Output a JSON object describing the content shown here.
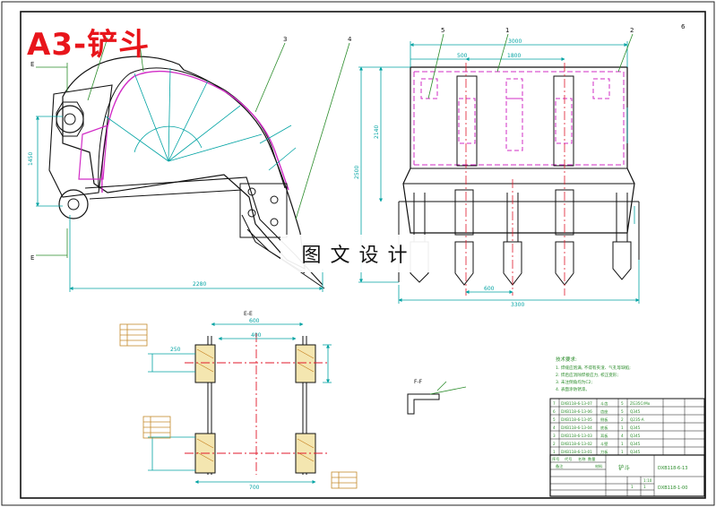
{
  "sheet": {
    "badge": "A3-铲斗",
    "watermark": "图文设计"
  },
  "view_labels": {
    "side_e_top": "E",
    "side_e_bottom": "E",
    "section_ee": "E-E",
    "section_ff": "F-F"
  },
  "balloons": [
    "1",
    "2",
    "3",
    "4",
    "5",
    "6"
  ],
  "dimensions": {
    "side_width": "2280",
    "side_height": "1450",
    "front_overall": "3000",
    "front_top_inner": "1800",
    "front_top_left": "500",
    "front_height": "2500",
    "front_body": "2140",
    "front_bottom_left": "600",
    "front_bottom_total": "3300",
    "ee_top": "600",
    "ee_inner": "400",
    "ee_bottom": "700",
    "ee_left": "250"
  },
  "tech_notes": {
    "heading": "技术要求:",
    "lines": [
      "1. 焊缝应饱满, 不得有夹渣、气孔等缺陷;",
      "2. 焊后应消除焊接应力, 校正变形;",
      "3. 未注倒角均为C2;",
      "4. 表面涂防锈漆。"
    ]
  },
  "bom": {
    "rows": [
      {
        "no": "7",
        "code": "DXB118-6-13-07",
        "name": "斗齿",
        "qty": "5",
        "material": "ZG35CrMo"
      },
      {
        "no": "6",
        "code": "DXB118-6-13-06",
        "name": "齿座",
        "qty": "5",
        "material": "Q345"
      },
      {
        "no": "5",
        "code": "DXB118-6-13-05",
        "name": "侧板",
        "qty": "2",
        "material": "Q235-A"
      },
      {
        "no": "4",
        "code": "DXB118-6-13-04",
        "name": "底板",
        "qty": "1",
        "material": "Q345"
      },
      {
        "no": "3",
        "code": "DXB118-6-13-03",
        "name": "耳板",
        "qty": "4",
        "material": "Q345"
      },
      {
        "no": "2",
        "code": "DXB118-6-13-02",
        "name": "斗壁",
        "qty": "1",
        "material": "Q345"
      },
      {
        "no": "1",
        "code": "DXB118-6-13-01",
        "name": "刀板",
        "qty": "1",
        "material": "Q345"
      }
    ],
    "header": [
      "序号",
      "代号",
      "名称",
      "数量",
      "材料",
      "备注"
    ]
  },
  "title_block": {
    "part_name": "铲斗",
    "drawing_no": "DXB118-6-13",
    "assembly_no": "DXB118-1-00",
    "scale": "1:10",
    "sheet_count": "1",
    "sheet_no": "1"
  },
  "colors": {
    "outline": "#111111",
    "dimension": "#00a3a3",
    "hidden": "#d12cc6",
    "center": "#e0192b",
    "balloon_frame": "#c48a2b",
    "leader": "#2a8c2a"
  }
}
